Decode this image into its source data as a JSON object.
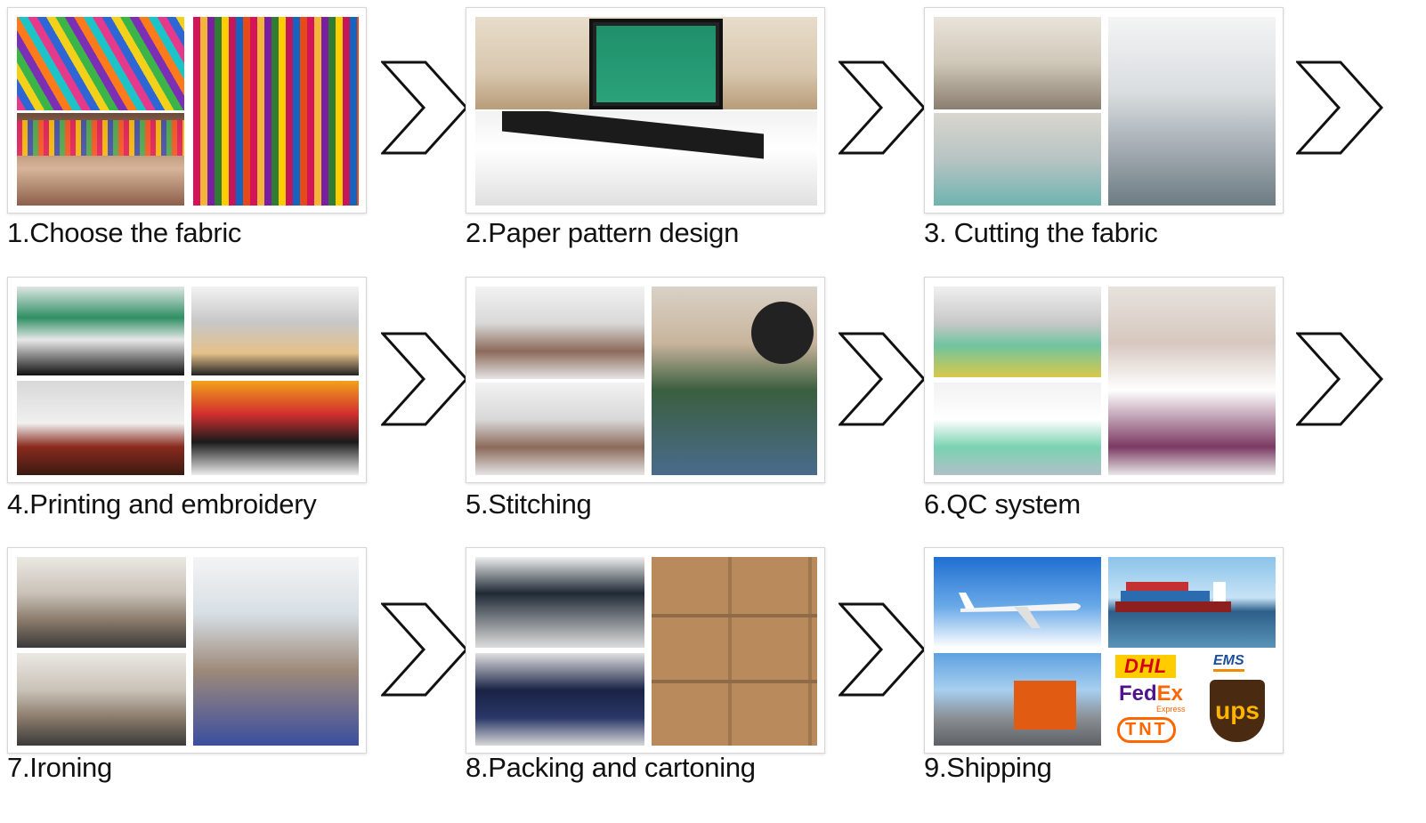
{
  "steps": [
    {
      "caption": "1.Choose the fabric"
    },
    {
      "caption": "2.Paper pattern design"
    },
    {
      "caption": "3. Cutting the fabric"
    },
    {
      "caption": "4.Printing and embroidery"
    },
    {
      "caption": "5.Stitching"
    },
    {
      "caption": "6.QC system"
    },
    {
      "caption": "7.Ironing"
    },
    {
      "caption": "8.Packing and cartoning"
    },
    {
      "caption": "9.Shipping"
    }
  ],
  "carriers": {
    "dhl": "DHL",
    "ems": "EMS",
    "fedex_fed": "Fed",
    "fedex_ex": "Ex",
    "fedex_sub": "Express",
    "tnt": "TNT",
    "ups": "ups"
  },
  "colors": {
    "arrow_stroke": "#111111",
    "frame_border": "#d6d6d6",
    "caption_text": "#111111"
  },
  "icons": {
    "arrow": "chevron-right-icon"
  }
}
